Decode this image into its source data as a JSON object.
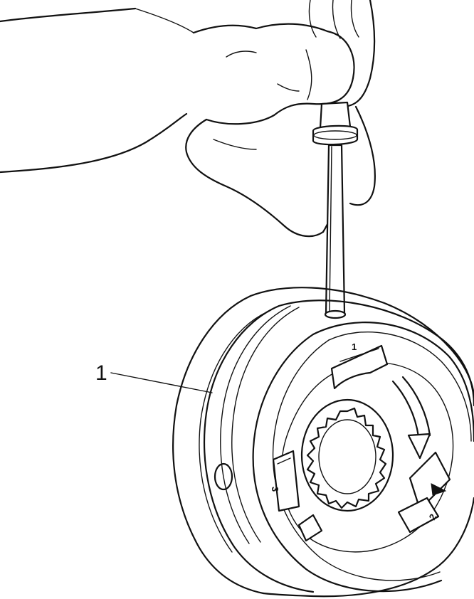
{
  "callouts": [
    {
      "id": "1",
      "label": "1"
    }
  ],
  "ring_marks": [
    "1",
    "3",
    "2"
  ]
}
